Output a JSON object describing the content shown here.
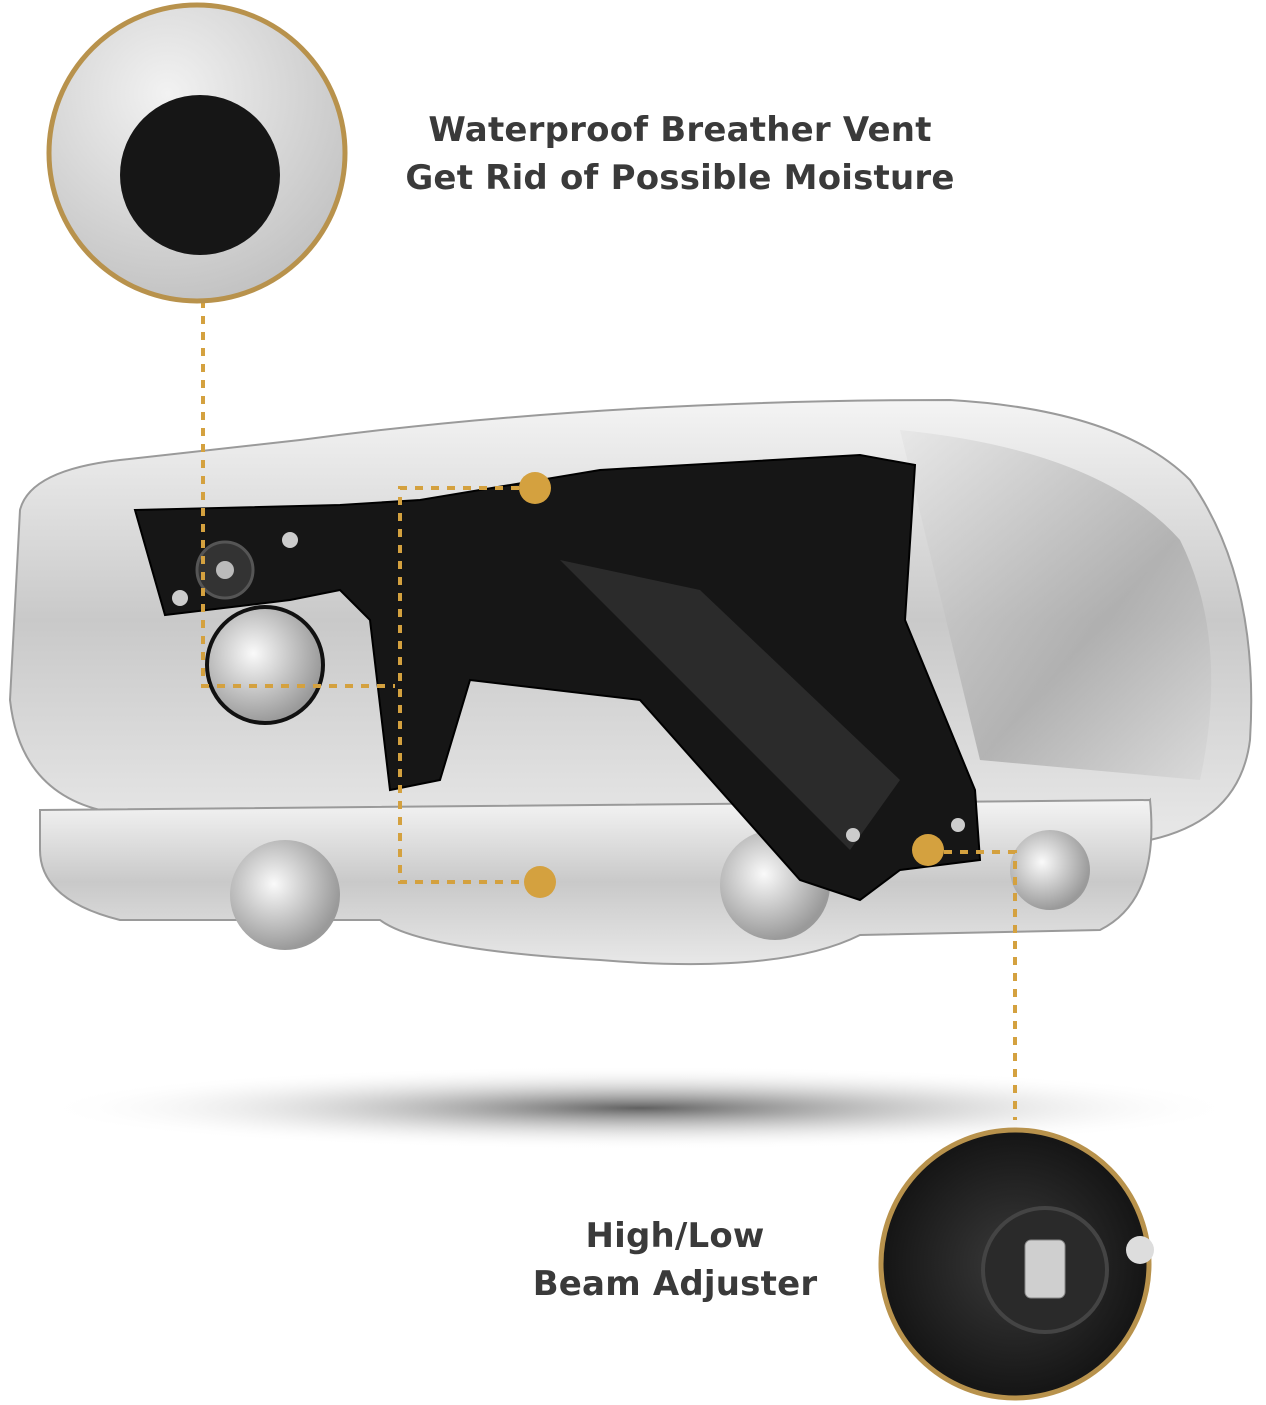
{
  "callouts": {
    "breather_vent": {
      "line1": "Waterproof Breather Vent",
      "line2": "Get Rid of Possible Moisture"
    },
    "beam_adjuster": {
      "line1": "High/Low",
      "line2": "Beam Adjuster"
    }
  },
  "colors": {
    "accent_gold": "#d4a13f",
    "circle_border": "#b8924c",
    "text": "#3a3a3a"
  }
}
